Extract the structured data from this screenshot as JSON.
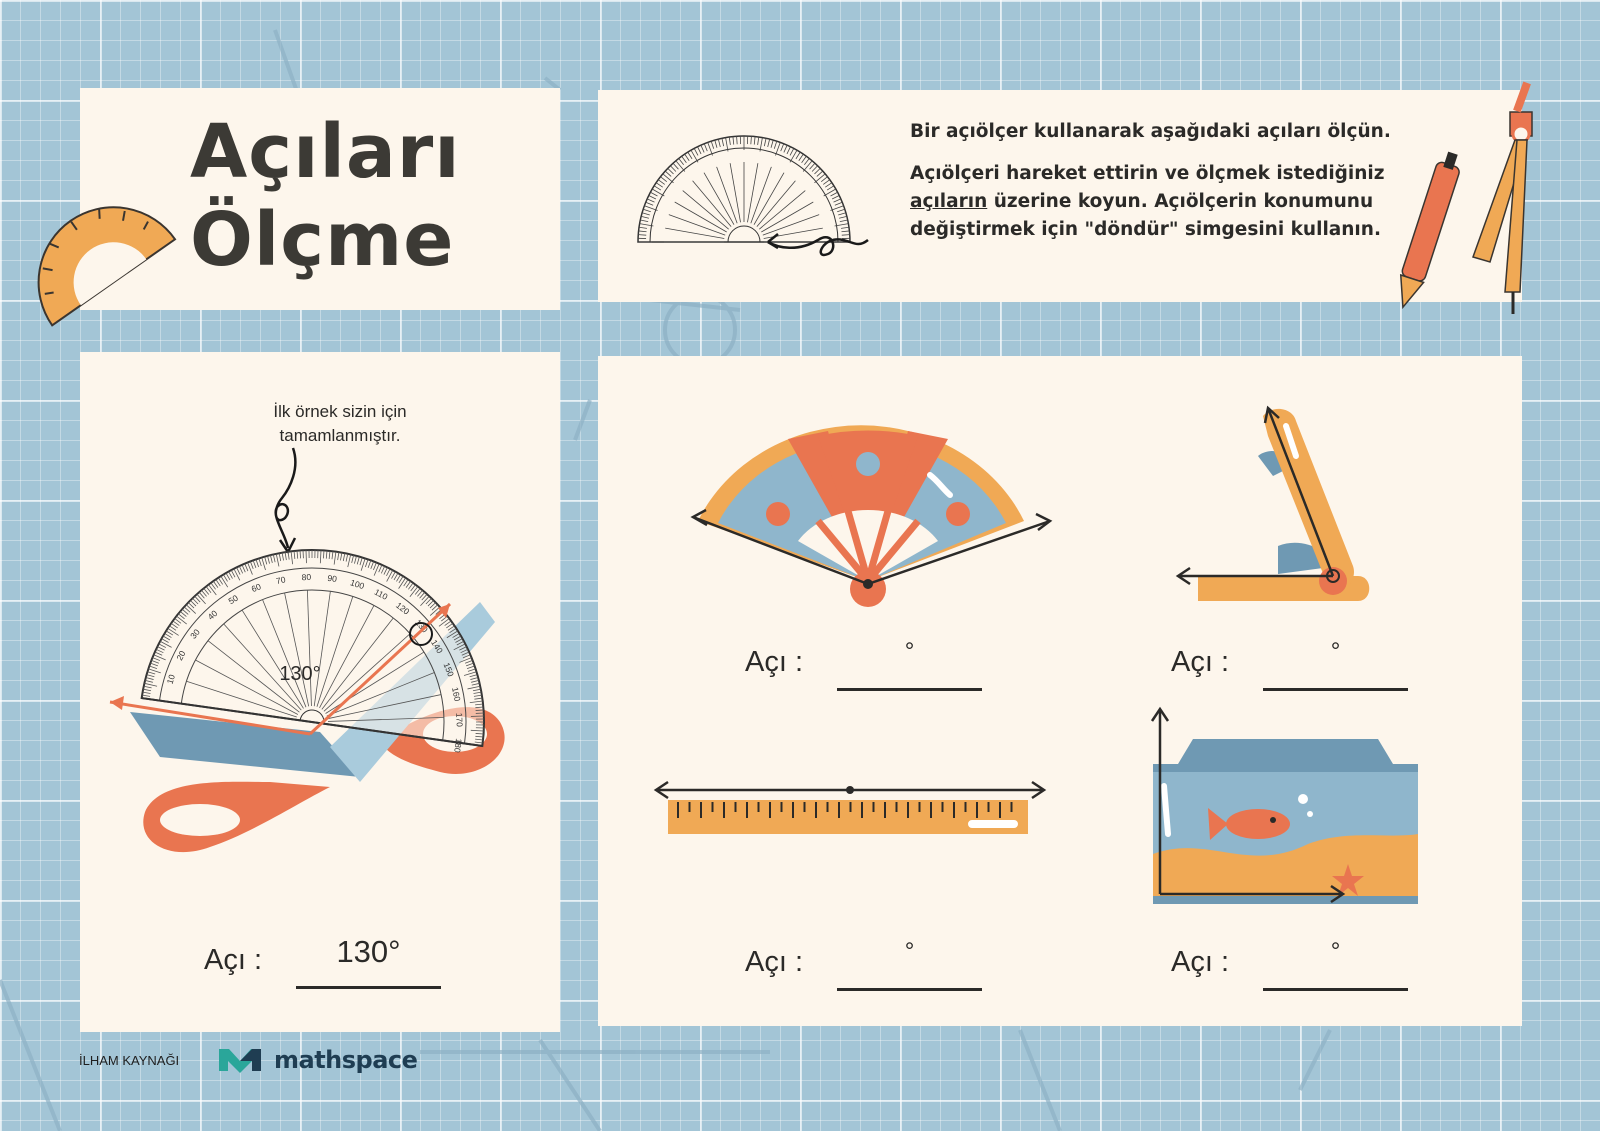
{
  "title": {
    "line1": "Açıları",
    "line2": "Ölçme"
  },
  "instructions": {
    "line1": "Bir açıölçer kullanarak aşağıdaki açıları ölçün.",
    "line2_start": "Açıölçeri hareket ettirin ve ölçmek istediğiniz ",
    "line2_underlined": "açıların",
    "line2_end": " üzerine koyun. Açıölçerin konumunu değiştirmek için \"döndür\" simgesini kullanın."
  },
  "example": {
    "note": "İlk örnek sizin için tamamlanmıştır.",
    "protractor_reading": "130°",
    "answer_label": "Açı :",
    "answer_value": "130°"
  },
  "tasks": [
    {
      "label": "Açı :",
      "degree_mark": "°",
      "illustration": "fan"
    },
    {
      "label": "Açı :",
      "degree_mark": "°",
      "illustration": "stapler"
    },
    {
      "label": "Açı :",
      "degree_mark": "°",
      "illustration": "ruler"
    },
    {
      "label": "Açı :",
      "degree_mark": "°",
      "illustration": "aquarium"
    }
  ],
  "protractor_ticks": [
    "10",
    "20",
    "30",
    "40",
    "50",
    "60",
    "70",
    "80",
    "90",
    "100",
    "110",
    "120",
    "130",
    "140",
    "150",
    "160",
    "170",
    "180"
  ],
  "footer": {
    "label": "İLHAM KAYNAĞI",
    "brand": "mathspace"
  },
  "colors": {
    "background": "#a3c5d6",
    "card": "#fdf6ec",
    "orange": "#f0a955",
    "coral": "#e97550",
    "blue": "#8fb6cc",
    "ink": "#2b2a28"
  }
}
